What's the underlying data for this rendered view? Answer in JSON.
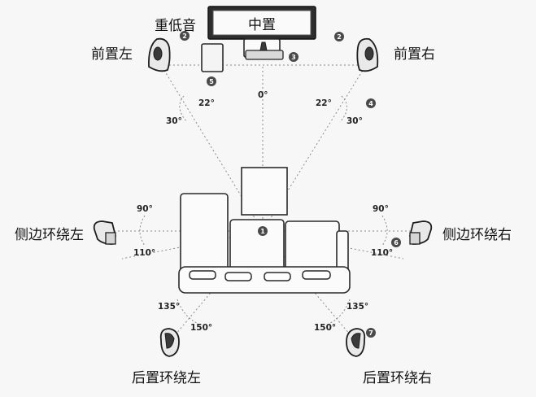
{
  "labels": {
    "subwoofer": "重低音",
    "center": "中置",
    "front_left": "前置左",
    "front_right": "前置右",
    "side_left": "侧边环绕左",
    "side_right": "侧边环绕右",
    "rear_left": "后置环绕左",
    "rear_right": "后置环绕右"
  },
  "angles": {
    "center": "0°",
    "front_left_inner": "22°",
    "front_left_outer": "30°",
    "front_right_inner": "22°",
    "front_right_outer": "30°",
    "side_left_top": "90°",
    "side_left_bottom": "110°",
    "side_right_top": "90°",
    "side_right_bottom": "110°",
    "rear_left_top": "135°",
    "rear_left_bottom": "150°",
    "rear_right_top": "135°",
    "rear_right_bottom": "150°"
  },
  "badges": {
    "listener": "1",
    "front_left": "2",
    "front_right": "2",
    "center": "3",
    "front_right_angle": "4",
    "subwoofer": "5",
    "side_right": "6",
    "rear_right": "7"
  },
  "colors": {
    "badge": "#4a4a4a",
    "guide_line": "#8a8a8a",
    "outline": "#2a2a2a",
    "background": "#f7f7f7"
  }
}
